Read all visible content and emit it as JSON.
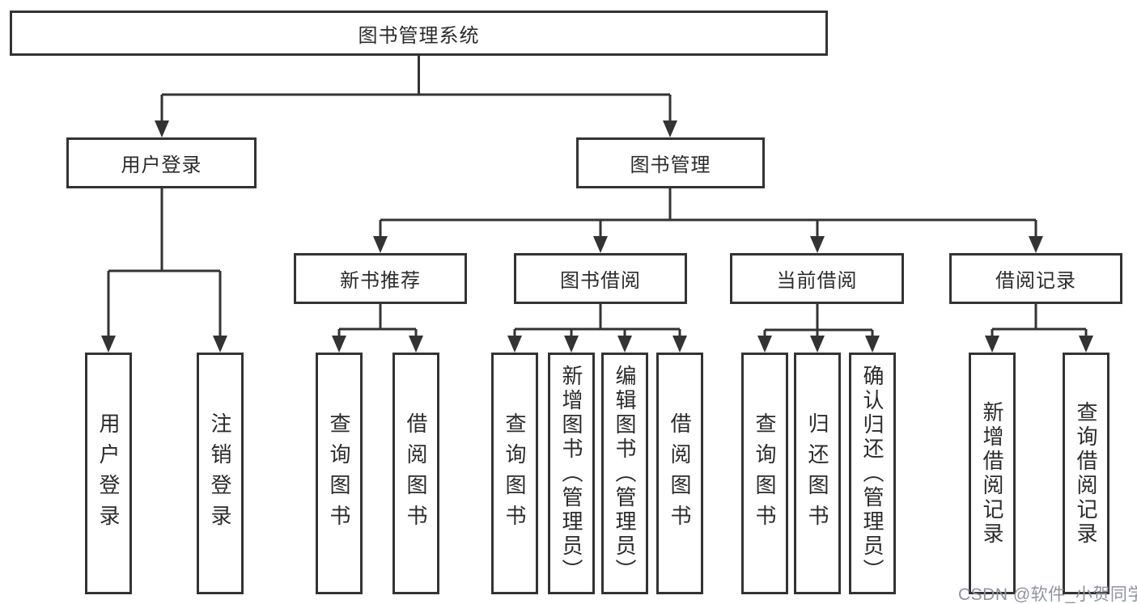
{
  "colors": {
    "line": "#333333",
    "text": "#2b2b2b",
    "background": "#ffffff",
    "watermark": "#8f939c"
  },
  "diagram": {
    "title": "图书管理系统",
    "user_branch": {
      "label": "用户登录",
      "children": [
        "用户登录",
        "注销登录"
      ]
    },
    "book_branch": {
      "label": "图书管理",
      "sections": [
        {
          "label": "新书推荐",
          "children": [
            "查询图书",
            "借阅图书"
          ]
        },
        {
          "label": "图书借阅",
          "children": [
            "查询图书",
            "新增图书（管理员）",
            "编辑图书（管理员）",
            "借阅图书"
          ]
        },
        {
          "label": "当前借阅",
          "children": [
            "查询图书",
            "归还图书",
            "确认归还（管理员）"
          ]
        },
        {
          "label": "借阅记录",
          "children": [
            "新增借阅记录",
            "查询借阅记录"
          ]
        }
      ]
    }
  },
  "watermark": "CSDN @软件_小贺同学"
}
